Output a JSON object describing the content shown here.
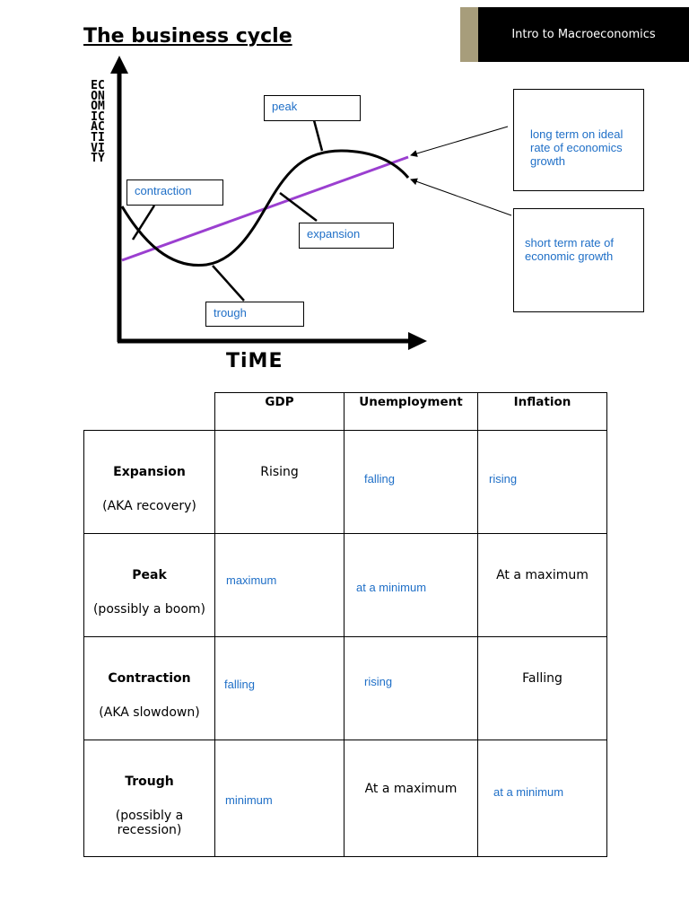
{
  "header": {
    "course": "Intro to Macroeconomics"
  },
  "title": "The business cycle",
  "diagram": {
    "y_axis_label": "ECONOMIC ACTIVITY",
    "x_axis_label": "TiME",
    "labels": {
      "peak": "peak",
      "contraction": "contraction",
      "expansion": "expansion",
      "trough": "trough",
      "long_term": "long term on ideal rate of economics growth",
      "short_term": "short term rate of economic growth"
    },
    "trend_color": "#9b3fd0"
  },
  "table": {
    "columns": [
      "GDP",
      "Unemployment",
      "Inflation"
    ],
    "rows": [
      {
        "state": "Expansion",
        "alias": "(AKA recovery)",
        "gdp": "Rising",
        "unemployment": "falling",
        "inflation": "rising"
      },
      {
        "state": "Peak",
        "alias": "(possibly a boom)",
        "gdp": "maximum",
        "unemployment": "at a minimum",
        "inflation": "At a maximum"
      },
      {
        "state": "Contraction",
        "alias": "(AKA slowdown)",
        "gdp": "falling",
        "unemployment": "rising",
        "inflation": "Falling"
      },
      {
        "state": "Trough",
        "alias": "(possibly a recession)",
        "gdp": "minimum",
        "unemployment": "At a maximum",
        "inflation": "at a minimum"
      }
    ]
  }
}
